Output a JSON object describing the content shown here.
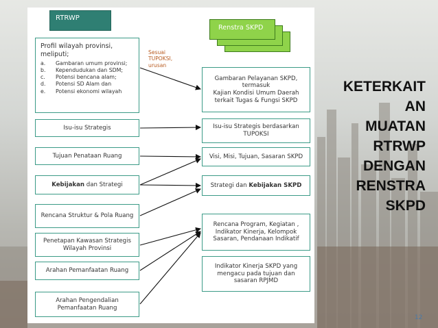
{
  "left": {
    "header": "RTRWP",
    "profil_title_line1": "Profil wilayah provinsi,",
    "profil_title_line2": "meliputi;",
    "profil_items": [
      {
        "key": "a.",
        "text": "Gambaran umum provinsi;"
      },
      {
        "key": "b.",
        "text": "Kependudukan dan SDM;"
      },
      {
        "key": "c.",
        "text": "Potensi bencana alam;"
      },
      {
        "key": "d.",
        "text": "Potensi SD Alam dan"
      },
      {
        "key": "e.",
        "text": "Potensi ekonomi wilayah"
      }
    ],
    "isu": "Isu-isu Strategis",
    "tujuan": "Tujuan Penataan Ruang",
    "kebijakan_bold": "Kebijakan",
    "kebijakan_rest": " dan Strategi",
    "rencana": "Rencana Struktur & Pola Ruang",
    "penetapan": "Penetapan Kawasan Strategis Wilayah Provinsi",
    "arahan_pemanfaatan": "Arahan Pemanfaatan Ruang",
    "arahan_pengendalian": "Arahan Pengendalian Pemanfaatan Ruang"
  },
  "note_lines": [
    "Sesuai",
    "TUPOKSI,",
    "urusan"
  ],
  "right": {
    "header": "Renstra SKPD",
    "gambaran_line1": "Gambaran Pelayanan SKPD,",
    "gambaran_line2": "termasuk",
    "gambaran_line3": "Kajian Kondisi Umum Daerah",
    "gambaran_line4": "terkait Tugas & Fungsi SKPD",
    "isu_line1": "Isu-isu Strategis berdasarkan",
    "isu_line2": "TUPOKSI",
    "visi": "Visi, Misi, Tujuan, Sasaran SKPD",
    "strategi_rest": "Strategi dan ",
    "strategi_bold": "Kebijakan SKPD",
    "rencana_line1": "Rencana Program, Kegiatan ,",
    "rencana_line2": "Indikator Kinerja, Kelompok",
    "rencana_line3": "Sasaran, Pendanaan Indikatif",
    "indikator_line1": "Indikator Kinerja SKPD yang",
    "indikator_line2": "mengacu pada tujuan dan",
    "indikator_line3": "sasaran RPJMD"
  },
  "title_lines": [
    "KETERKAIT",
    "AN",
    "MUATAN",
    "RTRWP",
    "DENGAN",
    "RENSTRA",
    "SKPD"
  ],
  "page_number": "12",
  "colors": {
    "teal": "#2f7f73",
    "border": "#3a9a86",
    "green": "#8fd34a",
    "note": "#b85a1e"
  }
}
